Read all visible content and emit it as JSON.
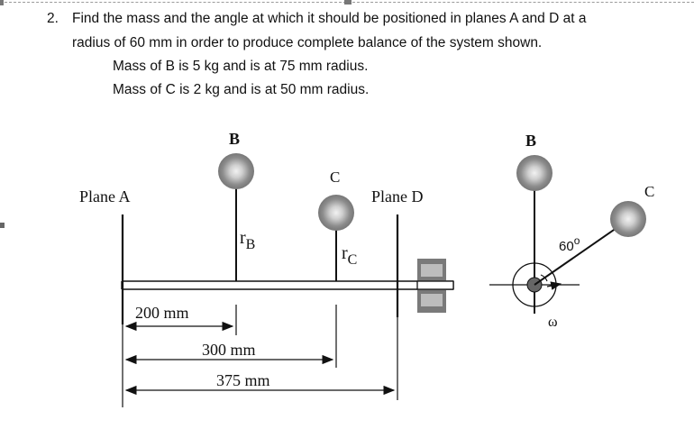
{
  "question": {
    "number": "2.",
    "line1": "Find the mass and the angle at which it should be positioned in planes A and D at a",
    "line2": "radius of 60 mm in order to produce complete balance of the system shown.",
    "given": [
      "Mass of B is 5 kg and is at 75 mm radius.",
      "Mass of C is 2 kg and is at 50 mm radius."
    ]
  },
  "diagram": {
    "plane_a": "Plane A",
    "plane_d": "Plane D",
    "mass_b": "B",
    "mass_c": "C",
    "r_b": "r",
    "r_b_sub": "B",
    "r_c": "r",
    "r_c_sub": "C",
    "dim_200": "200 mm",
    "dim_300": "300 mm",
    "dim_375": "375 mm",
    "end_b": "B",
    "end_c": "C",
    "angle": "60",
    "angle_unit": "o",
    "omega": "ω"
  },
  "colors": {
    "mass_outer": "#8c8c8c",
    "mass_inner": "#cfcfcf",
    "line": "#111111",
    "bearing": "#7a7a7a"
  }
}
